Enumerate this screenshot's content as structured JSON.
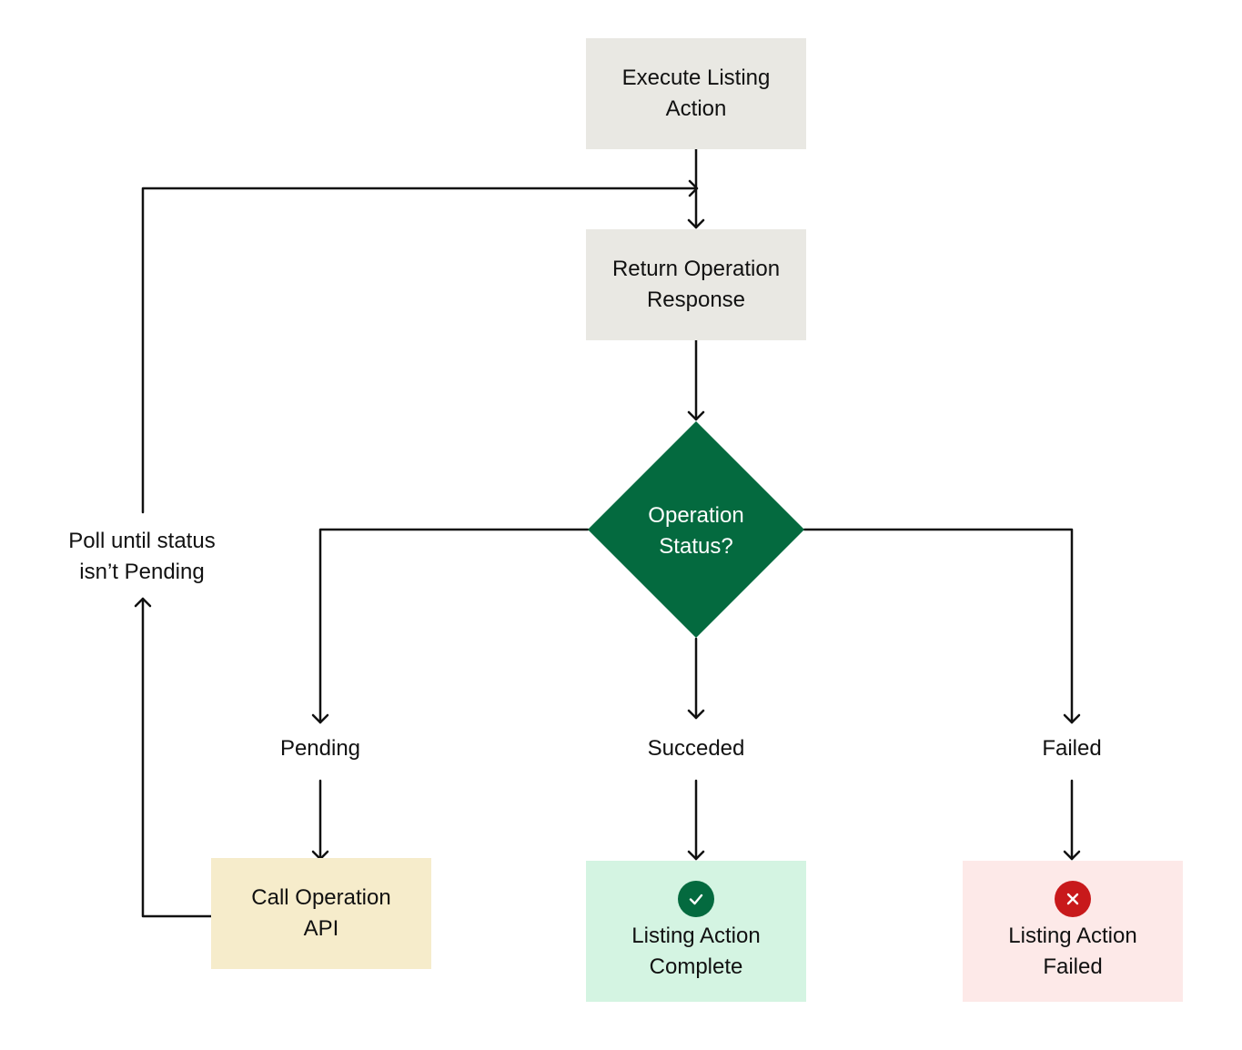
{
  "nodes": {
    "execute": {
      "line1": "Execute Listing",
      "line2": "Action"
    },
    "return_response": {
      "line1": "Return Operation",
      "line2": "Response"
    },
    "decision": {
      "line1": "Operation",
      "line2": "Status?"
    },
    "call_api": {
      "line1": "Call Operation",
      "line2": "API"
    },
    "complete": {
      "line1": "Listing Action",
      "line2": "Complete",
      "icon": "check-circle-icon"
    },
    "failed": {
      "line1": "Listing Action",
      "line2": "Failed",
      "icon": "x-circle-icon"
    }
  },
  "labels": {
    "pending": "Pending",
    "succeeded": "Succeded",
    "failed": "Failed",
    "poll_line1": "Poll until status",
    "poll_line2": "isn’t Pending"
  },
  "colors": {
    "neutral_box": "#e9e8e3",
    "decision": "#046a3f",
    "pending_box": "#f6eccb",
    "success_box": "#d4f4e2",
    "success_icon": "#046a3f",
    "failed_box": "#fde9e8",
    "failed_icon": "#c8191b"
  }
}
